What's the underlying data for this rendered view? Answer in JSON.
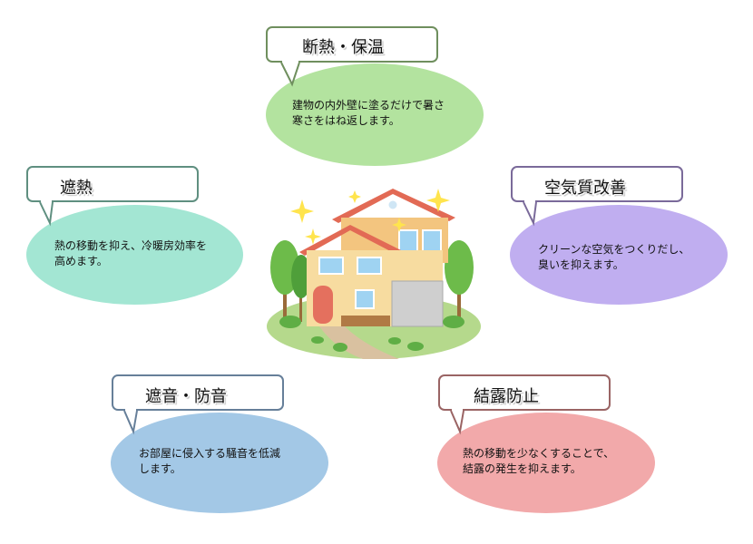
{
  "callouts": [
    {
      "id": "insulation",
      "title": "断熱・保温",
      "description": "建物の内外壁に塗るだけで暑さ\n寒さをはね返します。",
      "border_color": "#6f8f5e",
      "fill_color": "#b3e39f"
    },
    {
      "id": "heat-shield",
      "title": "遮熱",
      "description": "熱の移動を抑え、冷暖房効率を\n高めます。",
      "border_color": "#5f8f80",
      "fill_color": "#a3e6d3"
    },
    {
      "id": "air-quality",
      "title": "空気質改善",
      "description": "クリーンな空気をつくりだし、\n臭いを抑えます。",
      "border_color": "#7a6a9a",
      "fill_color": "#c0aef0"
    },
    {
      "id": "soundproof",
      "title": "遮音・防音",
      "description": "お部屋に侵入する騒音を低減\nします。",
      "border_color": "#667f99",
      "fill_color": "#a3c8e6"
    },
    {
      "id": "condensation",
      "title": "結露防止",
      "description": "熱の移動を少なくすることで、\n結露の発生を抑えます。",
      "border_color": "#9a6464",
      "fill_color": "#f2a9aa"
    }
  ]
}
